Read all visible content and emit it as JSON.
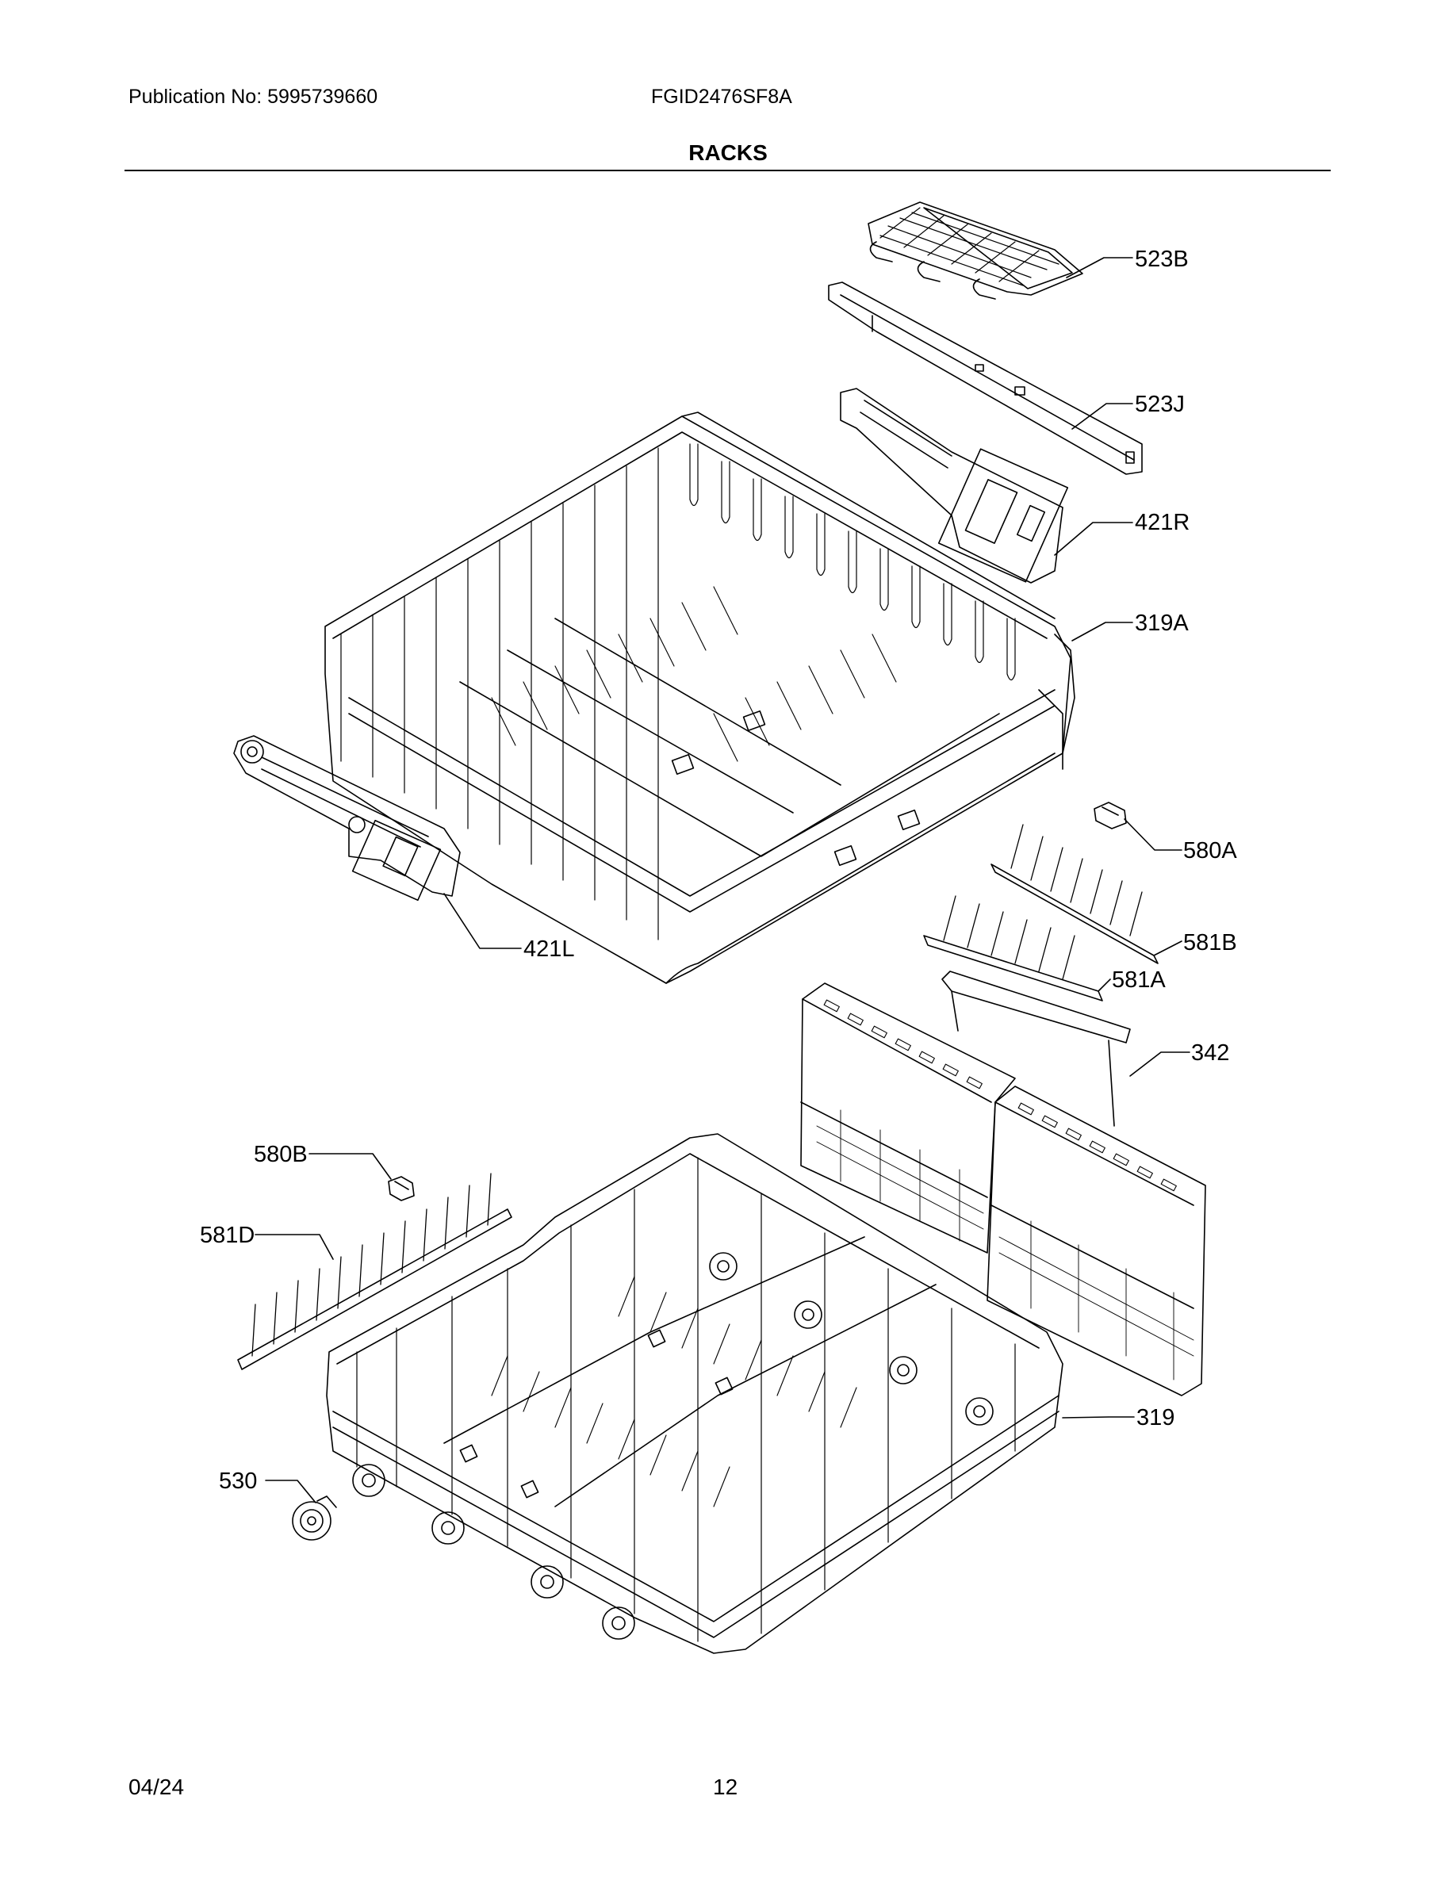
{
  "header": {
    "publication": "Publication No: 5995739660",
    "model": "FGID2476SF8A",
    "title": "RACKS"
  },
  "footer": {
    "date": "04/24",
    "page": "12"
  },
  "parts": {
    "p523B": "523B",
    "p523J": "523J",
    "p421R": "421R",
    "p319A": "319A",
    "p580A": "580A",
    "p421L": "421L",
    "p581B": "581B",
    "p581A": "581A",
    "p342": "342",
    "p580B": "580B",
    "p581D": "581D",
    "p319": "319",
    "p530": "530"
  }
}
